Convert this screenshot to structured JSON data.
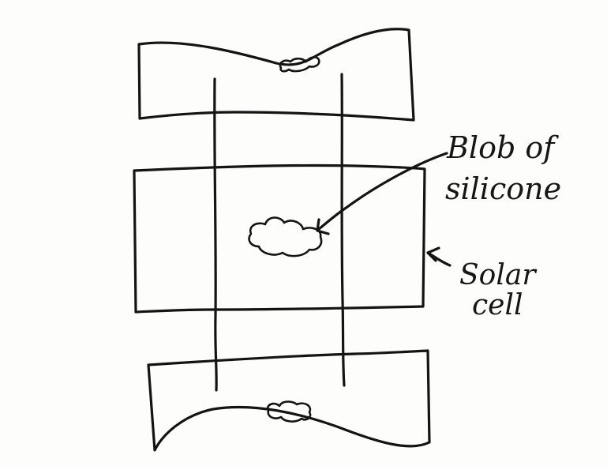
{
  "labels": {
    "blob_line1": "Blob of",
    "blob_line2": "silicone",
    "cell_line1": "Solar",
    "cell_line2": "cell"
  },
  "colors": {
    "ink": "#141414",
    "paper": "#fdfdfc"
  }
}
